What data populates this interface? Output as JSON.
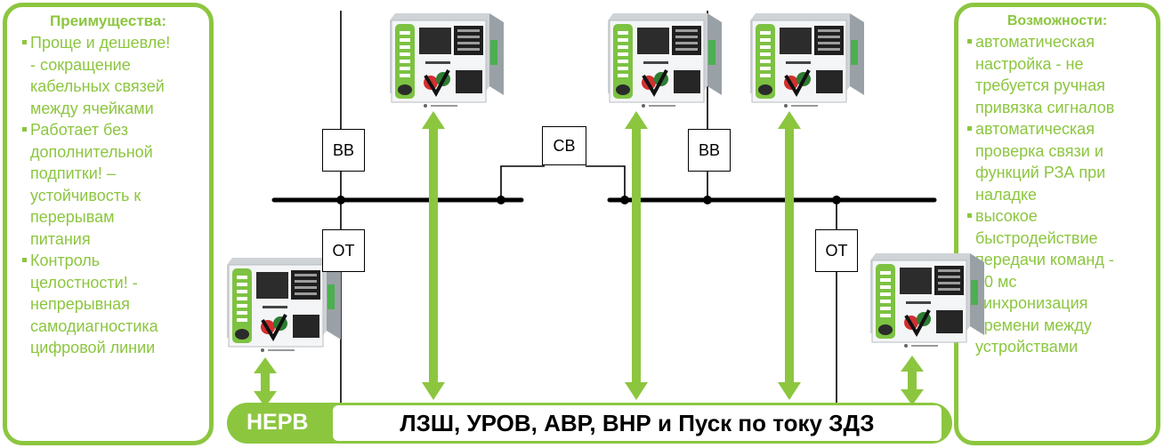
{
  "advantages": {
    "title": "Преимущества:",
    "items": [
      "Проще и дешевле!\n- сокращение\nкабельных связей\nмежду ячейками",
      "Работает без\nдополнительной\nподпитки! –\nустойчивость к\nперерывам\nпитания",
      "Контроль\nцелостности! -\nнепрерывная\nсамодиагностика\nцифровой линии"
    ]
  },
  "features": {
    "title": "Возможности:",
    "items": [
      "автоматическая\nнастройка - не\nтребуется ручная\nпривязка сигналов",
      "автоматическая\nпроверка связи и\nфункций РЗА при\nналадке",
      "высокое\nбыстродействие\nпередачи команд -\n10 мс",
      "синхронизация\nвремени между\nустройствами"
    ]
  },
  "schematic": {
    "breaker_vv_left": "ВВ",
    "breaker_sv": "СВ",
    "breaker_vv_right": "ВВ",
    "breaker_ot_left": "ОТ",
    "breaker_ot_right": "ОТ"
  },
  "bus": {
    "name": "НЕРВ",
    "functions": "ЛЗШ, УРОВ, АВР, ВНР и Пуск по току ЗДЗ"
  },
  "colors": {
    "accent": "#8cc63f",
    "line": "#000000"
  }
}
